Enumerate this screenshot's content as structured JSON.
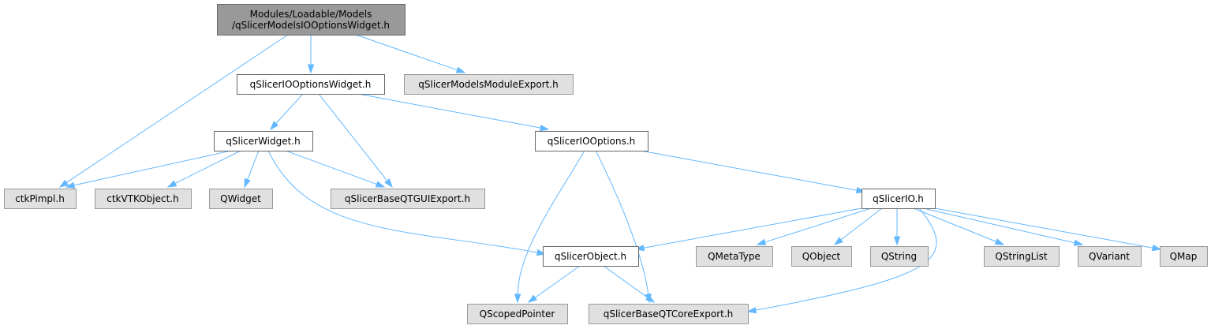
{
  "colors": {
    "root_fill": "#999999",
    "node_fill": "#ffffff",
    "external_fill": "#e0e0e0",
    "border_dark": "#666666",
    "border_light": "#999999",
    "edge": "#63b8ff"
  },
  "nodes": [
    {
      "id": "root",
      "kind": "root",
      "lines": [
        "Modules/Loadable/Models",
        "/qSlicerModelsIOOptionsWidget.h"
      ]
    },
    {
      "id": "ioopts_widget",
      "kind": "internal",
      "lines": [
        "qSlicerIOOptionsWidget.h"
      ]
    },
    {
      "id": "models_export",
      "kind": "external",
      "lines": [
        "qSlicerModelsModuleExport.h"
      ]
    },
    {
      "id": "widget",
      "kind": "internal",
      "lines": [
        "qSlicerWidget.h"
      ]
    },
    {
      "id": "ioopts",
      "kind": "internal",
      "lines": [
        "qSlicerIOOptions.h"
      ]
    },
    {
      "id": "ctkpimpl",
      "kind": "external",
      "lines": [
        "ctkPimpl.h"
      ]
    },
    {
      "id": "ctkvtk",
      "kind": "external",
      "lines": [
        "ctkVTKObject.h"
      ]
    },
    {
      "id": "qwidget",
      "kind": "external",
      "lines": [
        "QWidget"
      ]
    },
    {
      "id": "gui_export",
      "kind": "external",
      "lines": [
        "qSlicerBaseQTGUIExport.h"
      ]
    },
    {
      "id": "io",
      "kind": "internal",
      "lines": [
        "qSlicerIO.h"
      ]
    },
    {
      "id": "object",
      "kind": "internal",
      "lines": [
        "qSlicerObject.h"
      ]
    },
    {
      "id": "qmetatype",
      "kind": "external",
      "lines": [
        "QMetaType"
      ]
    },
    {
      "id": "qobject",
      "kind": "external",
      "lines": [
        "QObject"
      ]
    },
    {
      "id": "qstring",
      "kind": "external",
      "lines": [
        "QString"
      ]
    },
    {
      "id": "qstringlist",
      "kind": "external",
      "lines": [
        "QStringList"
      ]
    },
    {
      "id": "qvariant",
      "kind": "external",
      "lines": [
        "QVariant"
      ]
    },
    {
      "id": "qmap",
      "kind": "external",
      "lines": [
        "QMap"
      ]
    },
    {
      "id": "qscoped",
      "kind": "external",
      "lines": [
        "QScopedPointer"
      ]
    },
    {
      "id": "core_export",
      "kind": "external",
      "lines": [
        "qSlicerBaseQTCoreExport.h"
      ]
    }
  ],
  "edges": [
    {
      "from": "root",
      "to": "ioopts_widget"
    },
    {
      "from": "root",
      "to": "models_export"
    },
    {
      "from": "root",
      "to": "ctkpimpl"
    },
    {
      "from": "ioopts_widget",
      "to": "widget"
    },
    {
      "from": "ioopts_widget",
      "to": "gui_export"
    },
    {
      "from": "ioopts_widget",
      "to": "ioopts"
    },
    {
      "from": "widget",
      "to": "ctkpimpl"
    },
    {
      "from": "widget",
      "to": "ctkvtk"
    },
    {
      "from": "widget",
      "to": "qwidget"
    },
    {
      "from": "widget",
      "to": "gui_export"
    },
    {
      "from": "widget",
      "to": "object"
    },
    {
      "from": "ioopts",
      "to": "io"
    },
    {
      "from": "ioopts",
      "to": "qscoped"
    },
    {
      "from": "ioopts",
      "to": "core_export"
    },
    {
      "from": "io",
      "to": "object"
    },
    {
      "from": "io",
      "to": "qmetatype"
    },
    {
      "from": "io",
      "to": "qobject"
    },
    {
      "from": "io",
      "to": "qstring"
    },
    {
      "from": "io",
      "to": "qstringlist"
    },
    {
      "from": "io",
      "to": "qvariant"
    },
    {
      "from": "io",
      "to": "qmap"
    },
    {
      "from": "io",
      "to": "core_export"
    },
    {
      "from": "object",
      "to": "qscoped"
    },
    {
      "from": "object",
      "to": "core_export"
    }
  ]
}
